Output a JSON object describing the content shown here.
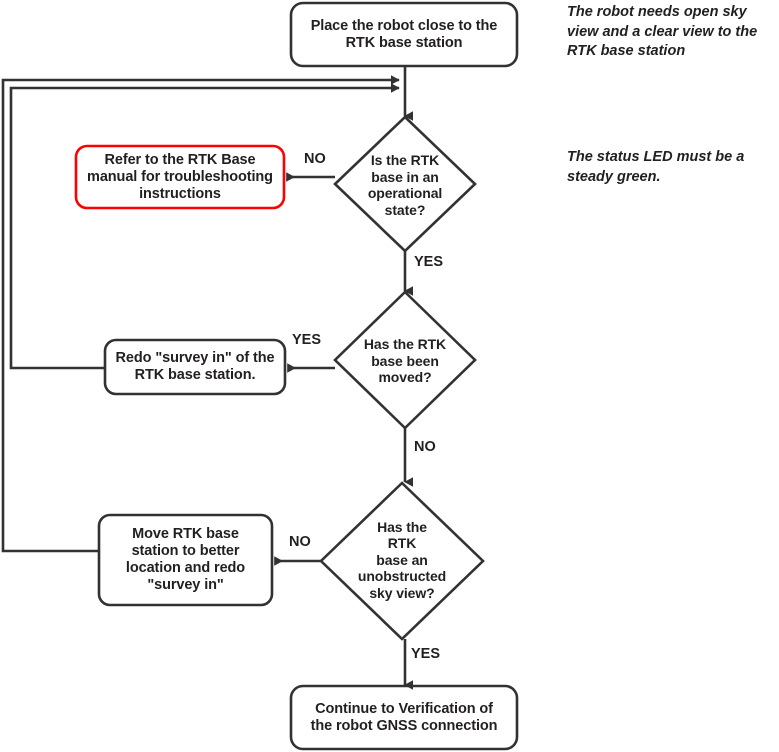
{
  "diagram": {
    "title": "RTK base station setup flowchart",
    "colors": {
      "stroke": "#231f20",
      "alert_stroke": "#ff0000",
      "text": "#231f20",
      "background": "#ffffff"
    },
    "nodes": {
      "start": {
        "id": "place-robot",
        "shape": "rounded-rectangle",
        "label": "Place the robot close to the\nRTK base station"
      },
      "decision_operational": {
        "id": "is-rtk-operational",
        "shape": "diamond",
        "label": "Is the RTK\nbase in an\noperational\nstate?"
      },
      "action_manual": {
        "id": "refer-to-manual",
        "shape": "rounded-rectangle",
        "style": "alert",
        "label": "Refer to the RTK Base\nmanual for troubleshooting\ninstructions"
      },
      "decision_moved": {
        "id": "has-base-moved",
        "shape": "diamond",
        "label": "Has the RTK\nbase been\nmoved?"
      },
      "action_redo_survey": {
        "id": "redo-survey-in",
        "shape": "rounded-rectangle",
        "label": "Redo \"survey in\" of the\nRTK base station."
      },
      "decision_sky_view": {
        "id": "has-unobstructed-sky-view",
        "shape": "diamond",
        "label": "Has the\nRTK\nbase an\nunobstructed\nsky view?"
      },
      "action_move_base": {
        "id": "move-base-station",
        "shape": "rounded-rectangle",
        "label": "Move RTK base\nstation to better\nlocation and redo\n\"survey in\""
      },
      "end": {
        "id": "continue-verification",
        "shape": "rounded-rectangle",
        "label": "Continue to Verification of\nthe robot GNSS connection"
      }
    },
    "edge_labels": {
      "operational_no": "NO",
      "operational_yes": "YES",
      "moved_yes": "YES",
      "moved_no": "NO",
      "skyview_no": "NO",
      "skyview_yes": "YES"
    },
    "annotations": [
      {
        "id": "note-open-sky",
        "text": "The robot needs open sky\nview and a clear view to the\nRTK base station"
      },
      {
        "id": "note-status-led",
        "text": "The status LED  must be a\nsteady green."
      }
    ]
  }
}
